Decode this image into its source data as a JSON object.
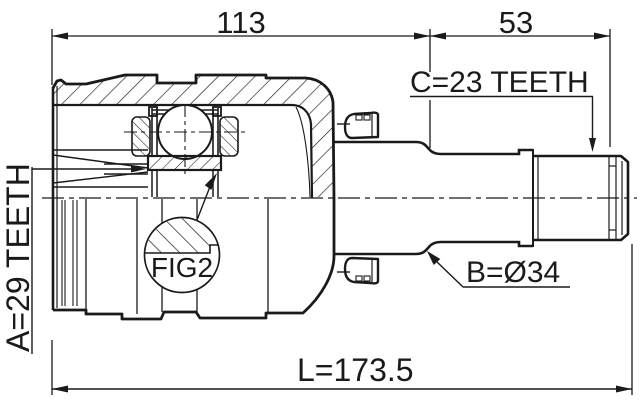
{
  "drawing": {
    "title_hidden": "",
    "dimensions": {
      "top_left": "113",
      "top_right": "53",
      "overall_length": "L=173.5"
    },
    "labels": {
      "outer_spline": "C=23 TEETH",
      "inner_spline": "A=29 TEETH",
      "diameter": "B=Ø34",
      "detail_ref": "FIG2"
    },
    "colors": {
      "line": "#1a1a1a",
      "background": "#ffffff"
    }
  }
}
